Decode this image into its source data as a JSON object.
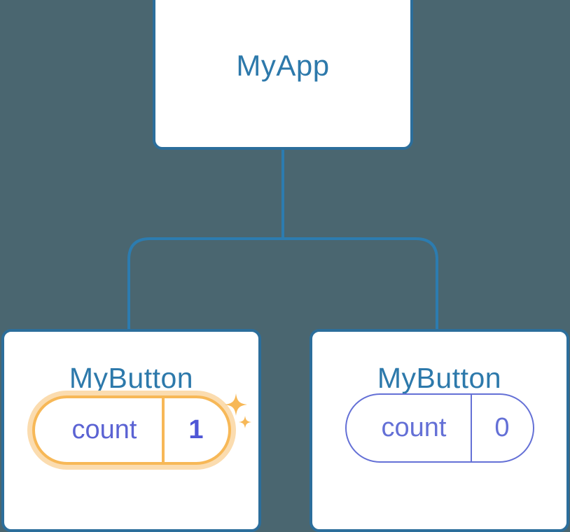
{
  "theme": {
    "background": "#4a6670",
    "card_background": "#ffffff",
    "card_border": "#2c6e9b",
    "connector": "#2c7cb0",
    "title_text": "#2d79ab",
    "state_text": "#6470d6",
    "highlight_border": "#f7b857",
    "highlight_glow": "#fbdcaf",
    "highlight_value_text": "#4f57d6",
    "sparkle": "#f7b857"
  },
  "tree": {
    "root": {
      "title": "MyApp"
    },
    "children": [
      {
        "title": "MyButton",
        "state": {
          "label": "count",
          "value": "1"
        },
        "highlighted": true,
        "sparkle_icons": [
          "sparkle-large-icon",
          "sparkle-small-icon"
        ]
      },
      {
        "title": "MyButton",
        "state": {
          "label": "count",
          "value": "0"
        },
        "highlighted": false
      }
    ]
  }
}
